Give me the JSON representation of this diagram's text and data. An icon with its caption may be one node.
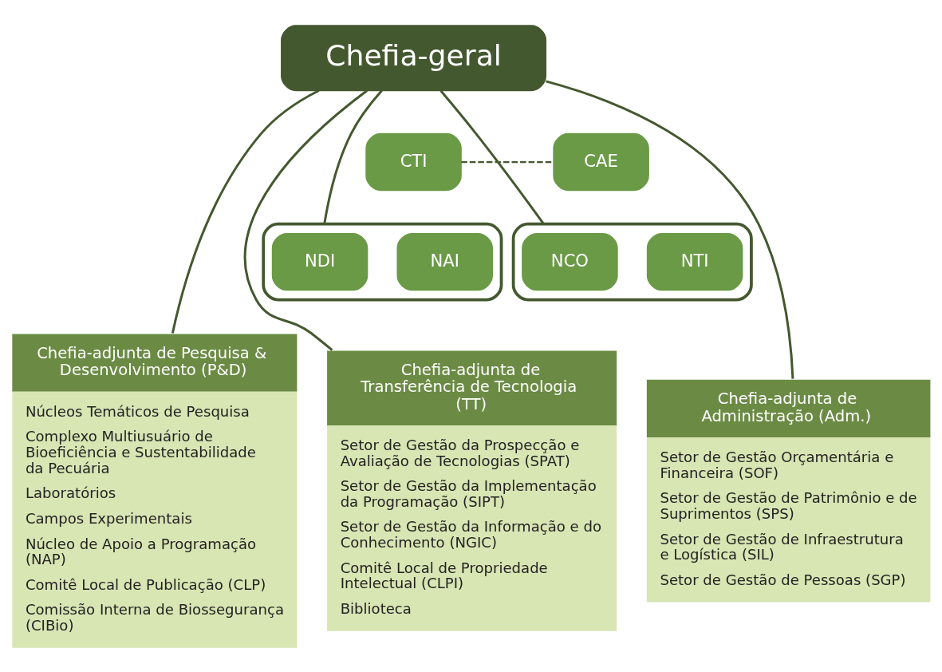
{
  "diagram": {
    "nodes": [
      {
        "text": [
          "Chefia-geral"
        ]
      },
      {
        "text": [
          "CTI"
        ]
      },
      {
        "text": [
          "CAE"
        ]
      },
      {
        "text": [],
        "shape": "box"
      },
      {
        "text": [
          "NDI"
        ],
        "in": 3
      },
      {
        "text": [
          "NAI"
        ],
        "in": 3
      },
      {
        "text": [],
        "shape": "box"
      },
      {
        "text": [
          "NCO"
        ],
        "in": 6
      },
      {
        "text": [
          "NTI"
        ],
        "in": 6
      },
      {
        "text": [
          "Chefia-adjunta de Pesquisa & Desenvolvimento (P&D)",
          "Núcleos Temáticos de Pesquisa",
          "Complexo Multiusuário de Bioeficiência e Sustentabilidade da Pecuária",
          "Laboratórios",
          "Campos Experimentais",
          "Núcleo de Apoio a Programação (NAP)",
          "Comitê Local de Publicação (CLP)",
          "Comissão Interna de Biossegurança (CIBio)"
        ]
      },
      {
        "text": [
          "Chefia-adjunta de Transferência de Tecnologia (TT)",
          "Setor de Gestão da Prospecção e Avaliação de Tecnologias (SPAT)",
          "Setor de Gestão da Implementação da Programação (SIPT)",
          "Setor de Gestão da Informação e do Conhecimento (NGIC)",
          "Comitê Local de Propriedade Intelectual (CLPI)",
          "Biblioteca"
        ]
      },
      {
        "text": [
          "Chefia-adjunta de Administração (Adm.)",
          "Setor de Gestão Orçamentária e Financeira (SOF)",
          "Setor de Gestão de Patrimônio e de Suprimentos (SPS)",
          "Setor de Gestão de Infraestrutura e Logística (SIL)",
          "Setor de Gestão de Pessoas (SGP)"
        ]
      }
    ],
    "edges": [
      {
        "from": 1,
        "to": 2,
        "arrow": "none",
        "style": "dashed"
      },
      {
        "from": 0,
        "to": 3,
        "arrow": "none"
      },
      {
        "from": 0,
        "to": 6,
        "arrow": "none"
      },
      {
        "from": 0,
        "to": 9,
        "arrow": "none"
      },
      {
        "from": 0,
        "to": 10,
        "arrow": "none"
      },
      {
        "from": 0,
        "to": 11,
        "arrow": "none"
      }
    ]
  }
}
